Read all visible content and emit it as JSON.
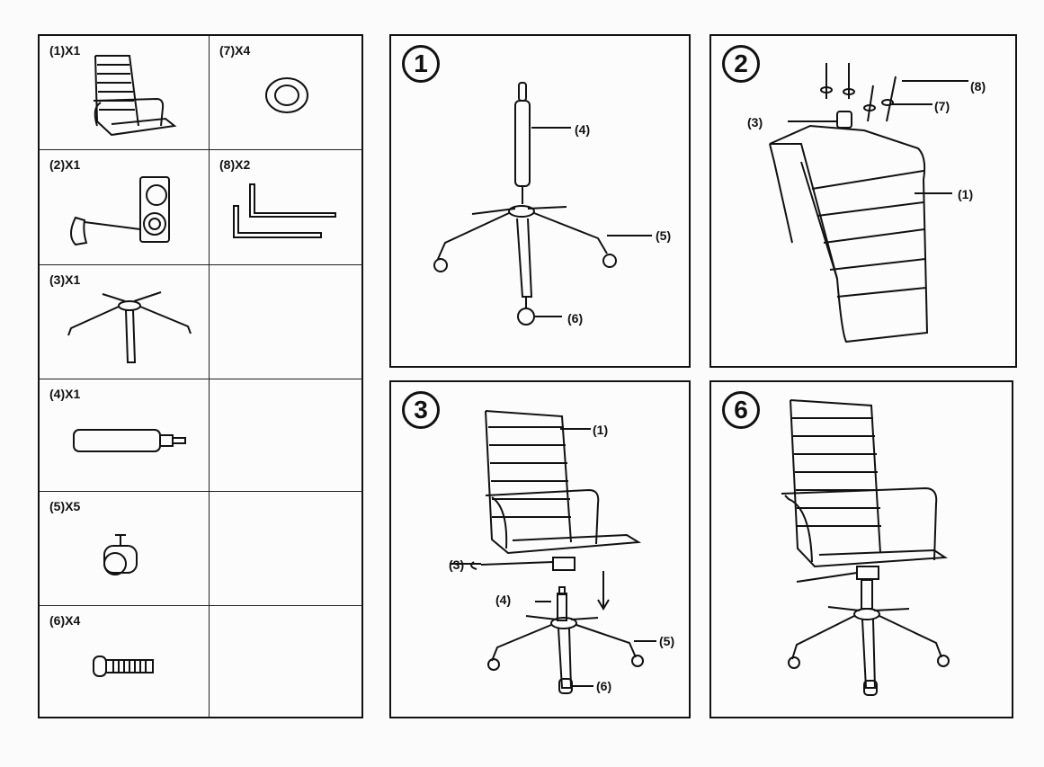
{
  "parts": [
    {
      "label": "(1)X1",
      "part": "chair-seat-back"
    },
    {
      "label": "(7)X4",
      "part": "washer"
    },
    {
      "label": "(2)X1",
      "part": "tilt-mechanism"
    },
    {
      "label": "(8)X2",
      "part": "allen-keys"
    },
    {
      "label": "(3)X1",
      "part": "base"
    },
    {
      "label": "",
      "part": "empty"
    },
    {
      "label": "(4)X1",
      "part": "gas-lift"
    },
    {
      "label": "",
      "part": "empty"
    },
    {
      "label": "(5)X5",
      "part": "caster"
    },
    {
      "label": "",
      "part": "empty"
    },
    {
      "label": "(6)X4",
      "part": "bolt"
    },
    {
      "label": "",
      "part": "empty"
    }
  ],
  "steps": {
    "s1": {
      "number": "1",
      "callouts": [
        "(4)",
        "(5)",
        "(6)"
      ]
    },
    "s2": {
      "number": "2",
      "callouts": [
        "(8)",
        "(7)",
        "(3)",
        "(1)"
      ]
    },
    "s3": {
      "number": "3",
      "callouts": [
        "(1)",
        "(3)",
        "(4)",
        "(5)",
        "(6)"
      ]
    },
    "s6": {
      "number": "6"
    }
  }
}
